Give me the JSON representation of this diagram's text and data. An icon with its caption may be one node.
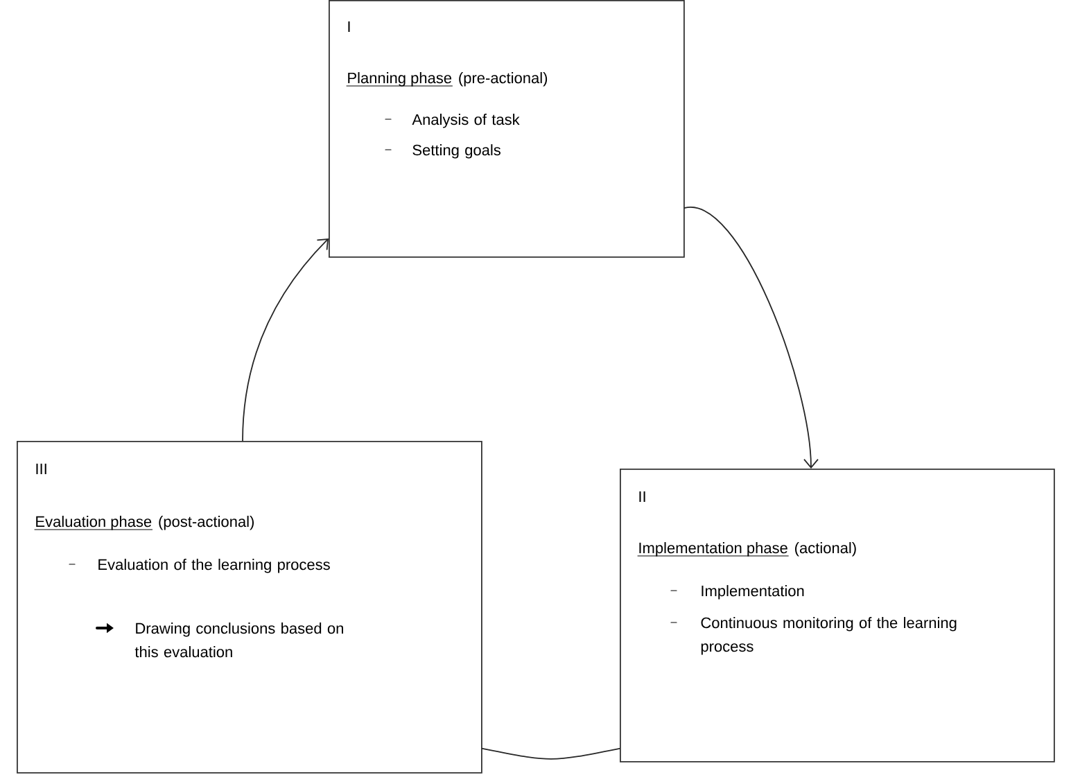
{
  "diagram": {
    "nodes": [
      {
        "text": [
          "I",
          "Planning phase",
          "(pre-actional)",
          "Analysis of task",
          "Setting goals"
        ]
      },
      {
        "text": [
          "II",
          "Implementation phase",
          "(actional)",
          "Implementation",
          "Continuous monitoring of the learning process"
        ]
      },
      {
        "text": [
          "III",
          "Evaluation phase",
          "(post-actional)",
          "Evaluation of the learning process",
          "Drawing conclusions based on this evaluation"
        ]
      }
    ],
    "edges": [
      {
        "from": 2,
        "to": 0,
        "arrow": "to"
      },
      {
        "from": 0,
        "to": 1,
        "arrow": "to"
      },
      {
        "from": 1,
        "to": 2,
        "arrow": "none"
      }
    ]
  }
}
